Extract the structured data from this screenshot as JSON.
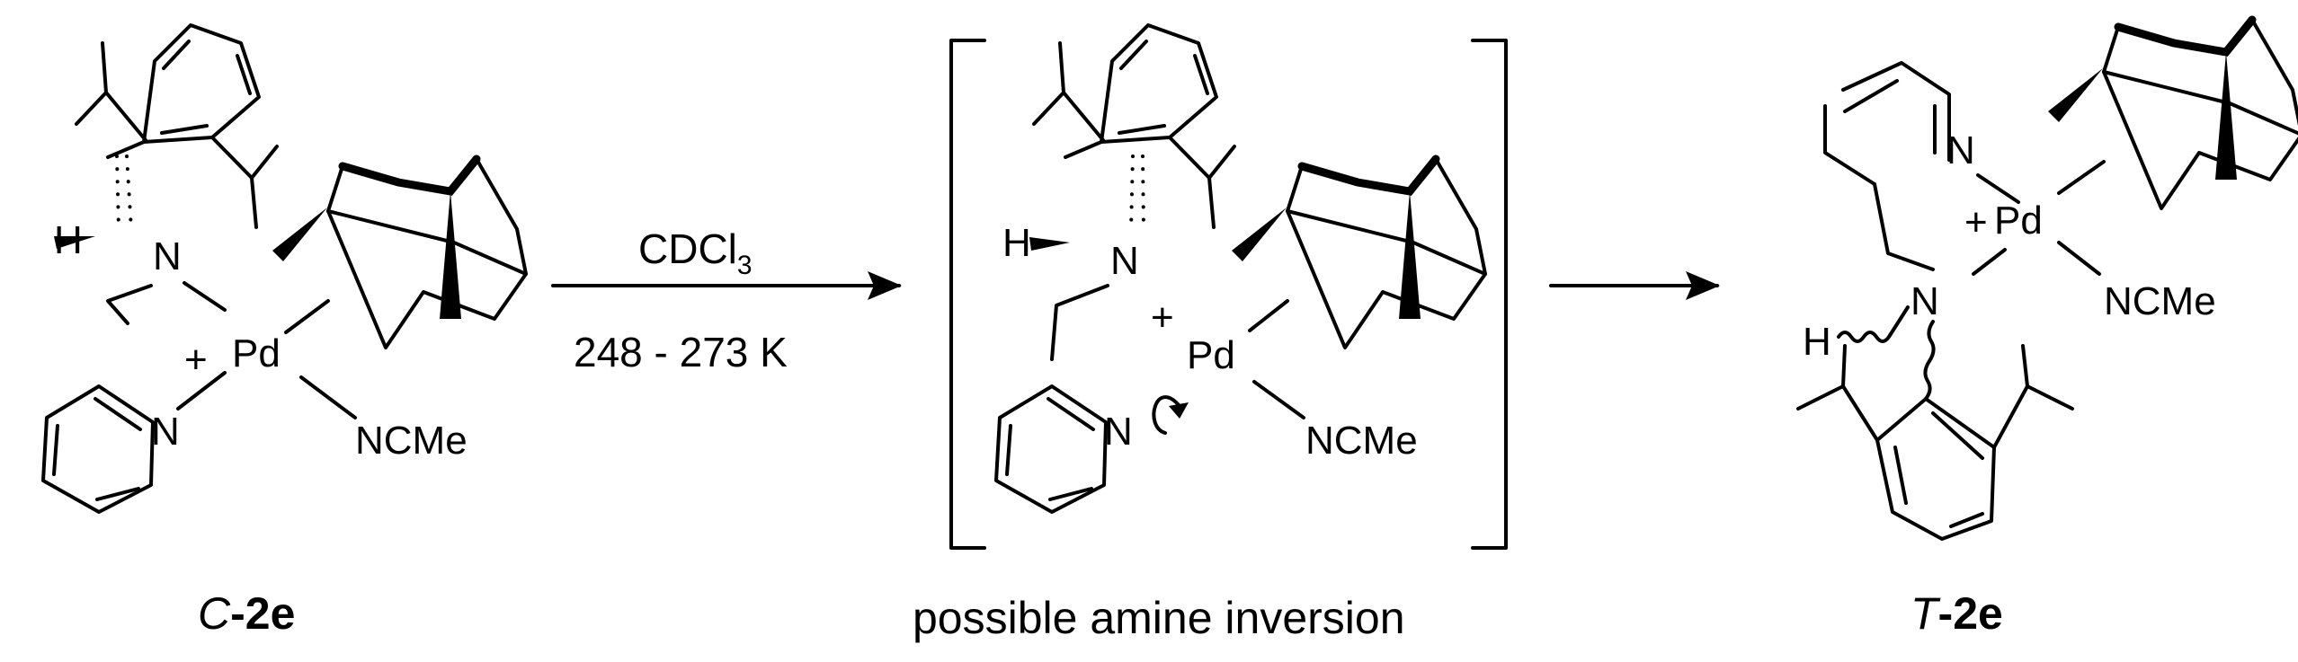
{
  "atoms": {
    "H": "H",
    "N": "N",
    "Pd": "Pd",
    "plus": "+",
    "ncme": "NCMe"
  },
  "reaction": {
    "solvent_main": "CDCl",
    "solvent_sub": "3",
    "temperature": "248 - 273 K"
  },
  "captions": {
    "start_prefix": "C",
    "start_compound": "-2e",
    "intermediate": "possible amine inversion",
    "product_prefix": "T",
    "product_compound": "-2e"
  }
}
